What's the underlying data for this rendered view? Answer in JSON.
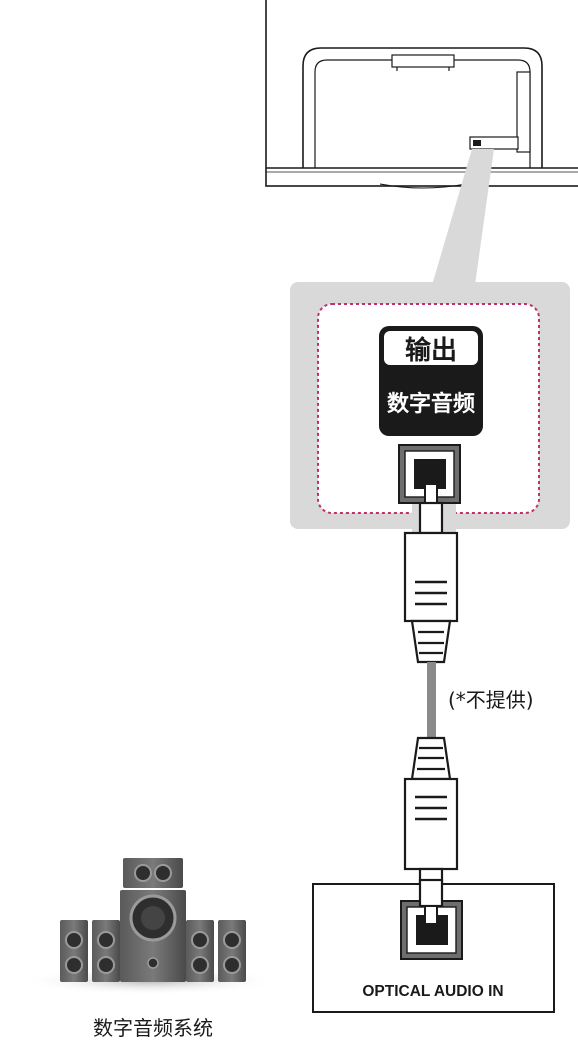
{
  "tv_port_badge": {
    "top_label": "输出",
    "bottom_label": "数字音频"
  },
  "cable": {
    "note": "(*不提供)"
  },
  "audio_device": {
    "port_label": "OPTICAL AUDIO IN"
  },
  "speaker_system": {
    "label": "数字音频系统"
  },
  "colors": {
    "outline": "#1a1a1a",
    "zoom_panel": "#d9d9d9",
    "dashed_border": "#c0306a",
    "cable_gray": "#8a8a8a",
    "speaker_dark": "#2e2e2e",
    "speaker_light": "#6e6e6e"
  },
  "icons": [
    "tv-back-icon",
    "optical-port-icon",
    "optical-plug-icon",
    "speaker-system-icon"
  ]
}
